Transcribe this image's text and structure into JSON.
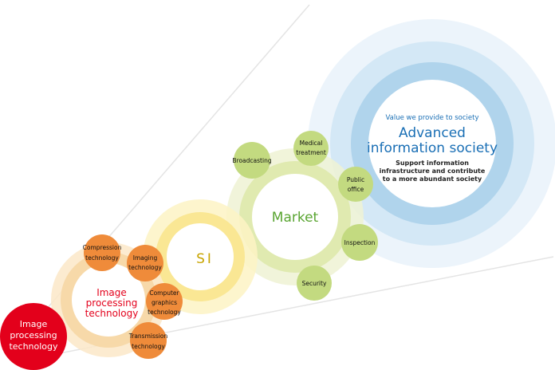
{
  "colors": {
    "red": "#e3001b",
    "orange_node": "#ef8b3a",
    "orange_ring_outer": "#fbe8c8",
    "orange_ring_inner": "#f6d7a4",
    "yellow_ring_outer": "#fdf3c4",
    "yellow_ring_inner": "#f9e48a",
    "si_text": "#c8a400",
    "green_node": "#c3da80",
    "green_ring_outer": "#eef2d4",
    "green_ring_inner": "#dde7a8",
    "market_text": "#5aa532",
    "blue_ring_1": "#ecf4fb",
    "blue_ring_2": "#d4e8f6",
    "blue_ring_3": "#b0d4ec",
    "blue_text": "#1a6fb5",
    "beam_edge": "#e6e6e6"
  },
  "origin": {
    "label_lines": [
      "Image",
      "processing",
      "technology"
    ]
  },
  "image_processing": {
    "title_lines": [
      "Image",
      "processing",
      "technology"
    ],
    "nodes": [
      {
        "id": "compression",
        "lines": [
          "Compression",
          "technology"
        ]
      },
      {
        "id": "imaging",
        "lines": [
          "Imaging",
          "technology"
        ]
      },
      {
        "id": "computer-graphics",
        "lines": [
          "Computer",
          "graphics",
          "technology"
        ]
      },
      {
        "id": "transmission",
        "lines": [
          "Transmission",
          "technology"
        ]
      }
    ]
  },
  "si": {
    "title": "SI"
  },
  "market": {
    "title": "Market",
    "nodes": [
      {
        "id": "broadcasting",
        "lines": [
          "Broadcasting"
        ]
      },
      {
        "id": "medical",
        "lines": [
          "Medical",
          "treatment"
        ]
      },
      {
        "id": "public-office",
        "lines": [
          "Public",
          "office"
        ]
      },
      {
        "id": "inspection",
        "lines": [
          "Inspection"
        ]
      },
      {
        "id": "security",
        "lines": [
          "Security"
        ]
      }
    ]
  },
  "society": {
    "kicker": "Value we provide to society",
    "title_lines": [
      "Advanced",
      "information society"
    ],
    "description_lines": [
      "Support information",
      "infrastructure and contribute",
      "to a more abundant society"
    ]
  }
}
